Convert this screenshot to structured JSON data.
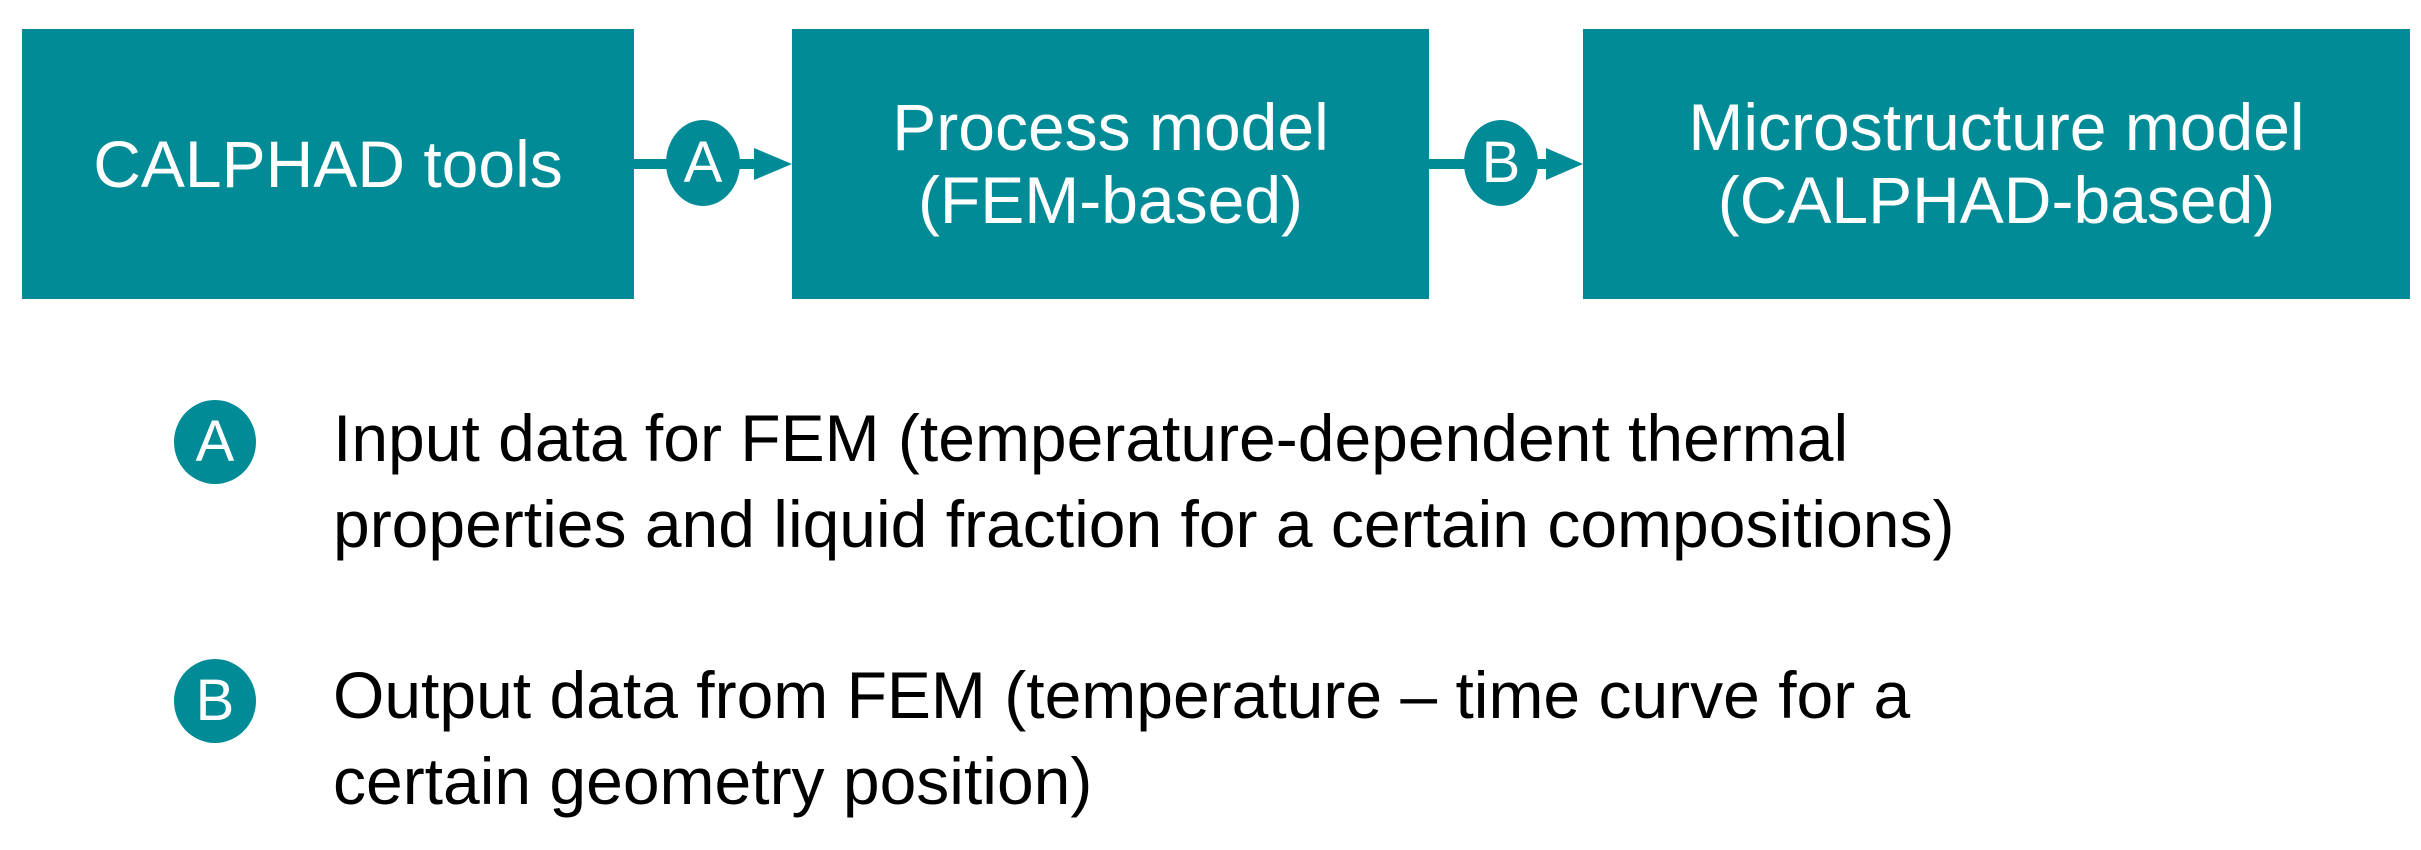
{
  "colors": {
    "box_fill": "#008B96",
    "box_text": "#FFFFFF",
    "legend_text": "#000000"
  },
  "flow": {
    "boxes": [
      {
        "lines": [
          "CALPHAD tools"
        ]
      },
      {
        "lines": [
          "Process model",
          "(FEM-based)"
        ]
      },
      {
        "lines": [
          "Microstructure model",
          "(CALPHAD-based)"
        ]
      }
    ],
    "markers": [
      {
        "letter": "A"
      },
      {
        "letter": "B"
      }
    ]
  },
  "legend": [
    {
      "letter": "A",
      "lines": [
        "Input data for FEM (temperature-dependent thermal",
        "properties and liquid fraction for a certain compositions)"
      ]
    },
    {
      "letter": "B",
      "lines": [
        "Output data from FEM (temperature – time curve for a",
        "certain geometry position)"
      ]
    }
  ]
}
